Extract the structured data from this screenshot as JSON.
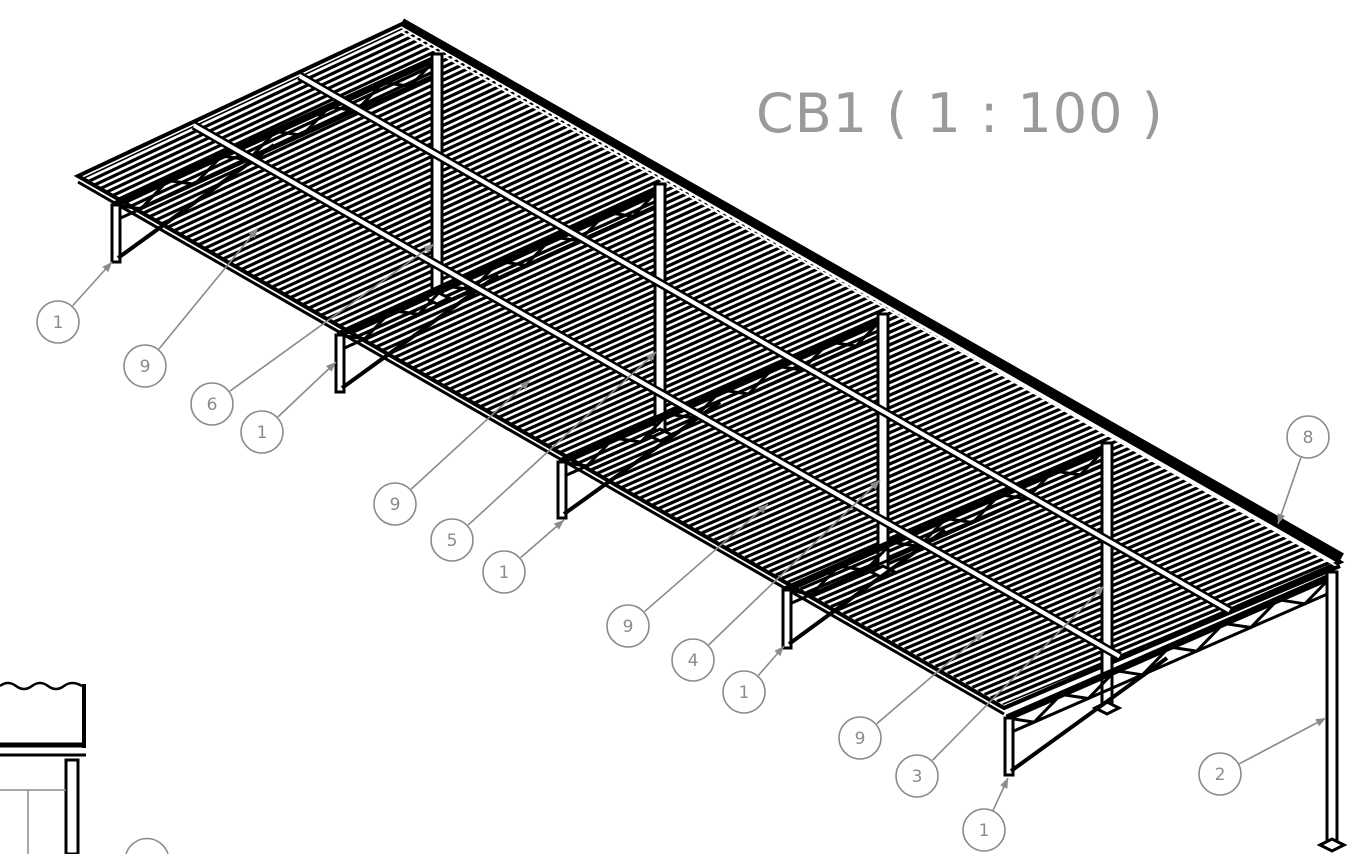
{
  "title": "CB1 ( 1 : 100 )",
  "colors": {
    "line": "#000000",
    "callout": "#8a8a8a",
    "title": "#9a9a9a"
  },
  "callouts": [
    "1",
    "9",
    "6",
    "1",
    "9",
    "5",
    "1",
    "9",
    "4",
    "1",
    "9",
    "3",
    "1",
    "8",
    "2"
  ]
}
